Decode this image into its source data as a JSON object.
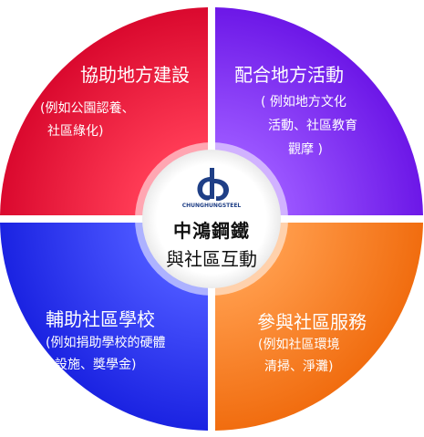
{
  "diagram": {
    "colors": {
      "top_left": "#e10d35",
      "top_right": "#7a25ea",
      "bottom_left": "#2530ea",
      "bottom_right": "#f7781c",
      "logo": "#1f3f86"
    },
    "quadrants": {
      "top_left": {
        "title": "協助地方建設",
        "sub_line1": "(例如公園認養、",
        "sub_line2": "社區綠化)"
      },
      "top_right": {
        "title": "配合地方活動",
        "sub_line1": "( 例如地方文化",
        "sub_line2": "活動、社區教育",
        "sub_line3": "觀摩 )"
      },
      "bottom_left": {
        "title": "輔助社區學校",
        "sub_line1": "(例如捐助學校的硬體",
        "sub_line2": "設施、獎學金)"
      },
      "bottom_right": {
        "title": "參與社區服務",
        "sub_line1": "(例如社區環境",
        "sub_line2": "清掃、淨灘)"
      }
    },
    "center": {
      "brand_en": "CHUNGHUNGSTEEL",
      "brand_cn": "中鴻鋼鐵",
      "subtitle": "與社區互動",
      "logo_icon": "chung-hung-steel-logo-icon"
    }
  }
}
